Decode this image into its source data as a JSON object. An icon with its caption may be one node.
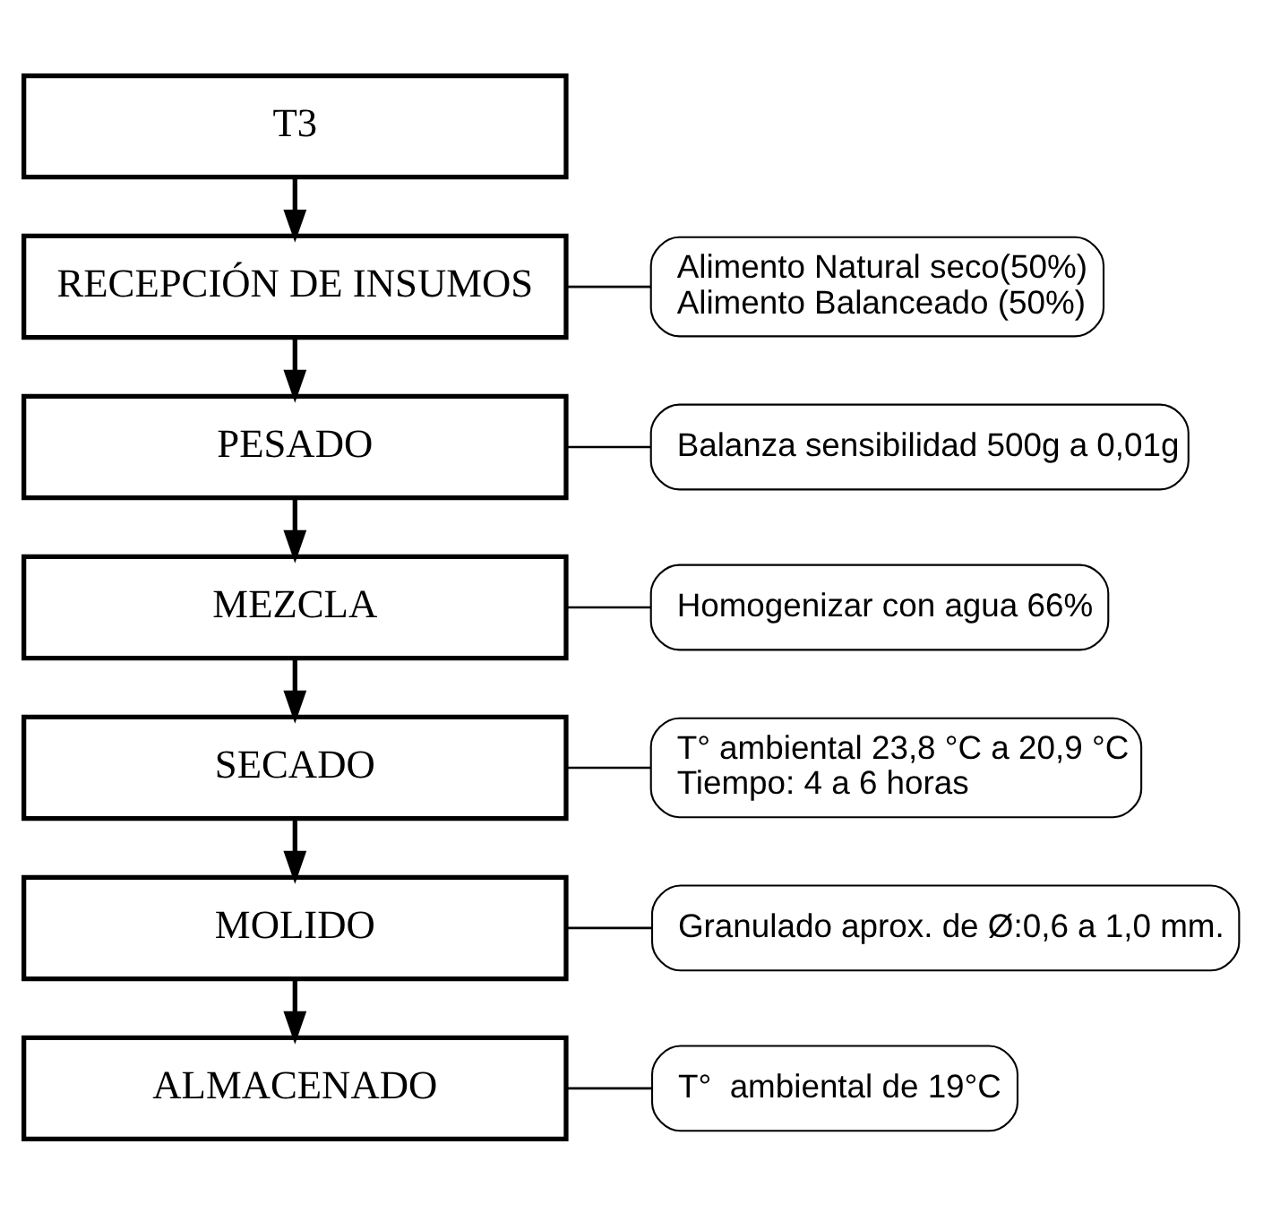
{
  "diagram": {
    "nodes": [
      {
        "text": [
          "T3"
        ]
      },
      {
        "text": [
          "RECEPCIÓN DE INSUMOS"
        ]
      },
      {
        "text": [
          "Alimento Natural seco(50%)",
          "Alimento Balanceado (50%)"
        ]
      },
      {
        "text": [
          "PESADO"
        ]
      },
      {
        "text": [
          "Balanza sensibilidad 500g a 0,01g"
        ]
      },
      {
        "text": [
          "MEZCLA"
        ]
      },
      {
        "text": [
          "Homogenizar con agua 66%"
        ]
      },
      {
        "text": [
          "SECADO"
        ]
      },
      {
        "text": [
          "T° ambiental 23,8 °C a 20,9 °C",
          "Tiempo: 4 a 6 horas"
        ]
      },
      {
        "text": [
          "MOLIDO"
        ]
      },
      {
        "text": [
          "Granulado aprox. de Ø:0,6 a 1,0 mm."
        ]
      },
      {
        "text": [
          "ALMACENADO"
        ]
      },
      {
        "text": [
          "T°  ambiental de 19°C"
        ]
      }
    ],
    "edges": [
      {
        "from": 0,
        "to": 1,
        "arrow": "to"
      },
      {
        "from": 1,
        "to": 2,
        "arrow": "none"
      },
      {
        "from": 1,
        "to": 3,
        "arrow": "to"
      },
      {
        "from": 3,
        "to": 4,
        "arrow": "none"
      },
      {
        "from": 3,
        "to": 5,
        "arrow": "to"
      },
      {
        "from": 5,
        "to": 6,
        "arrow": "none"
      },
      {
        "from": 5,
        "to": 7,
        "arrow": "to"
      },
      {
        "from": 7,
        "to": 8,
        "arrow": "none"
      },
      {
        "from": 7,
        "to": 9,
        "arrow": "to"
      },
      {
        "from": 9,
        "to": 10,
        "arrow": "none"
      },
      {
        "from": 9,
        "to": 11,
        "arrow": "to"
      },
      {
        "from": 11,
        "to": 12,
        "arrow": "none"
      }
    ]
  }
}
